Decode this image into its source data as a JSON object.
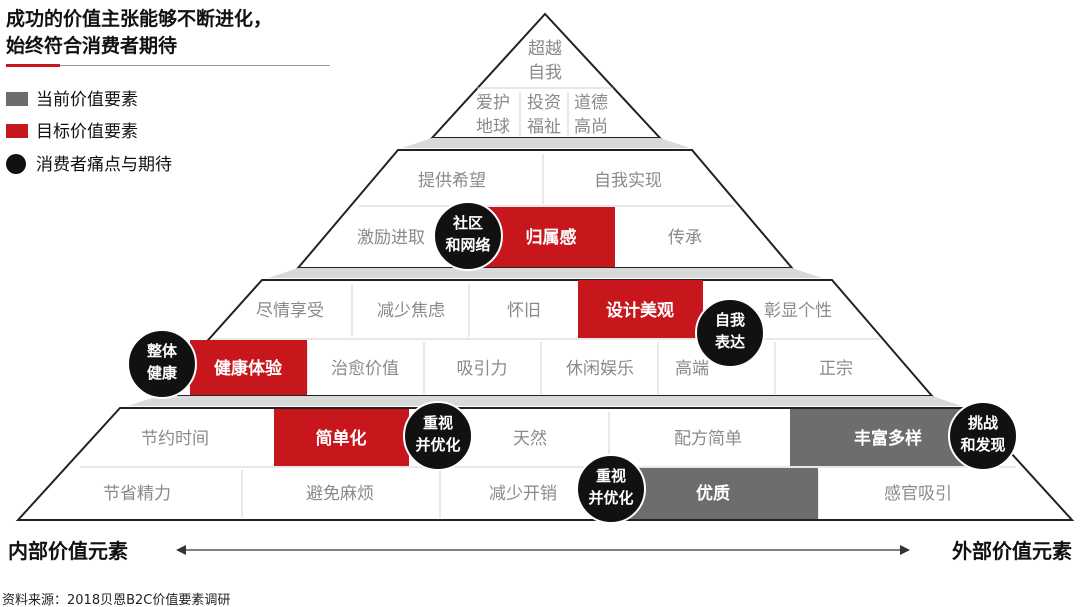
{
  "title": {
    "line1": "成功的价值主张能够不断进化，",
    "line2": "始终符合消费者期待"
  },
  "legend": {
    "current": "当前价值要素",
    "target": "目标价值要素",
    "pain": "消费者痛点与期待"
  },
  "colors": {
    "red": "#c8161d",
    "gray": "#6d6d6d",
    "black": "#111111",
    "tier_top": "#d9d9d9",
    "text_gray": "#8a8a8a"
  },
  "tiers": {
    "social": {
      "top_a": "超越",
      "top_b": "自我",
      "c1a": "爱护",
      "c1b": "地球",
      "c2a": "投资",
      "c2b": "福祉",
      "c3a": "道德",
      "c3b": "高尚"
    },
    "life": {
      "r1": [
        "提供希望",
        "自我实现"
      ],
      "r2": [
        "激励进取",
        "归属感",
        "传承"
      ]
    },
    "emotional": {
      "r1": [
        "尽情享受",
        "减少焦虑",
        "怀旧",
        "设计美观",
        "彰显个性"
      ],
      "r2": [
        "健康体验",
        "治愈价值",
        "吸引力",
        "休闲娱乐",
        "高端",
        "正宗"
      ]
    },
    "functional": {
      "r1": [
        "节约时间",
        "简单化",
        "天然",
        "配方简单",
        "丰富多样"
      ],
      "r2": [
        "节省精力",
        "避免麻烦",
        "减少开销",
        "优质",
        "感官吸引"
      ]
    }
  },
  "bubbles": {
    "community": [
      "社区",
      "和网络"
    ],
    "self_expr": [
      "自我",
      "表达"
    ],
    "wellness": [
      "整体",
      "健康"
    ],
    "simplify": [
      "重视",
      "并优化"
    ],
    "quality": [
      "重视",
      "并优化"
    ],
    "variety": [
      "挑战",
      "和发现"
    ]
  },
  "axis": {
    "left": "内部价值元素",
    "right": "外部价值元素"
  },
  "source": "资料来源：2018贝恩B2C价值要素调研"
}
